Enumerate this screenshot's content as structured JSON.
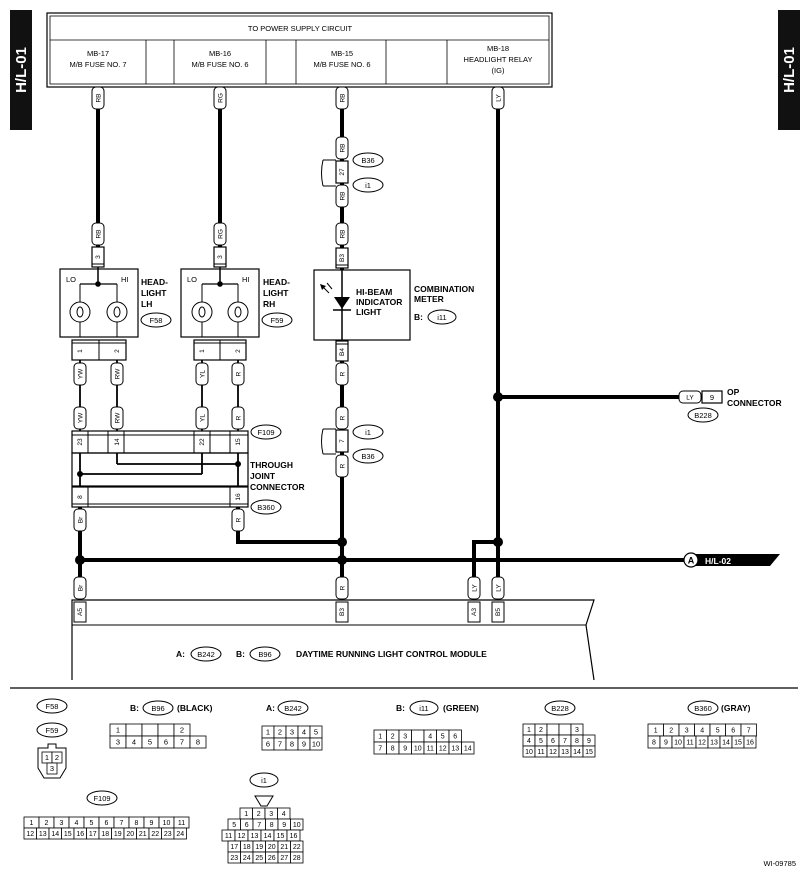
{
  "side_tab": "H/L-01",
  "power": {
    "title": "TO POWER SUPPLY CIRCUIT",
    "c1a": "MB-17",
    "c1b": "M/B FUSE NO. 7",
    "c2a": "MB-16",
    "c2b": "M/B FUSE NO. 6",
    "c3a": "MB-15",
    "c3b": "M/B FUSE NO. 6",
    "c4a": "MB-18",
    "c4b": "HEADLIGHT RELAY",
    "c4c": "(IG)"
  },
  "wires": {
    "rb": "RB",
    "rg": "RG",
    "ly": "LY",
    "yw": "YW",
    "rw": "RW",
    "yl": "YL",
    "r": "R",
    "br": "Br"
  },
  "pins": {
    "p1": "1",
    "p2": "2",
    "p3": "3",
    "p7": "7",
    "p8": "8",
    "p9": "9",
    "p14": "14",
    "p15": "15",
    "p16": "16",
    "p22": "22",
    "p23": "23",
    "p27": "27",
    "b3": "B3",
    "b4": "B4",
    "b5": "B5",
    "a3": "A3",
    "a5": "A5"
  },
  "connectors": {
    "b36": "B36",
    "i1": "i1",
    "f58": "F58",
    "f59": "F59",
    "f109": "F109",
    "b360": "B360",
    "b228": "B228",
    "i11": "i11",
    "b242": "B242",
    "b96": "B96"
  },
  "labels": {
    "lo": "LO",
    "hi": "HI",
    "hl_lh_1": "HEAD-",
    "hl_lh_2": "LIGHT",
    "hl_lh_3": "LH",
    "hl_rh_1": "HEAD-",
    "hl_rh_2": "LIGHT",
    "hl_rh_3": "RH",
    "hibeam_1": "HI-BEAM",
    "hibeam_2": "INDICATOR",
    "hibeam_3": "LIGHT",
    "combo_1": "COMBINATION",
    "combo_2": "METER",
    "combo_b": "B:",
    "tjc_1": "THROUGH",
    "tjc_2": "JOINT",
    "tjc_3": "CONNECTOR",
    "op_1": "OP",
    "op_2": "CONNECTOR",
    "hl02_a": "A",
    "hl02": "H/L-02",
    "module_a": "A:",
    "module_b": "B:",
    "module": "DAYTIME RUNNING LIGHT CONTROL MODULE",
    "black": "(BLACK)",
    "green": "(GREEN)",
    "gray": "(GRAY)",
    "lg_b": "B:",
    "lg_a": "A:",
    "lg_b2": "B:",
    "code": "WI-09785"
  },
  "legend": {
    "b96_r1": [
      "1",
      "",
      "",
      "",
      "2"
    ],
    "b96_r2": [
      "3",
      "4",
      "5",
      "6",
      "7",
      "8"
    ],
    "b242_r1": [
      "1",
      "2",
      "3",
      "4",
      "5"
    ],
    "b242_r2": [
      "6",
      "7",
      "8",
      "9",
      "10"
    ],
    "i11_r1": [
      "1",
      "2",
      "3",
      "",
      "4",
      "5",
      "6"
    ],
    "i11_r2": [
      "7",
      "8",
      "9",
      "10",
      "11",
      "12",
      "13",
      "14"
    ],
    "b228_r1": [
      "1",
      "2",
      "",
      "",
      "3"
    ],
    "b228_r2": [
      "4",
      "5",
      "6",
      "7",
      "8",
      "9"
    ],
    "b228_r3": [
      "10",
      "11",
      "12",
      "13",
      "14",
      "15"
    ],
    "b360_r1": [
      "1",
      "2",
      "3",
      "4",
      "5",
      "6",
      "7"
    ],
    "b360_r2": [
      "8",
      "9",
      "10",
      "11",
      "12",
      "13",
      "14",
      "15",
      "16"
    ],
    "f58_r1": [
      "1",
      "2"
    ],
    "f58_r2": [
      "3"
    ],
    "f109_r1": [
      "1",
      "2",
      "3",
      "4",
      "5",
      "6",
      "7",
      "8",
      "9",
      "10",
      "11"
    ],
    "f109_r2": [
      "12",
      "13",
      "14",
      "15",
      "16",
      "17",
      "18",
      "19",
      "20",
      "21",
      "22",
      "23",
      "24"
    ],
    "i1_r1": [
      "1",
      "2",
      "3",
      "4"
    ],
    "i1_r2": [
      "5",
      "6",
      "7",
      "8",
      "9",
      "10"
    ],
    "i1_r3": [
      "11",
      "12",
      "13",
      "14",
      "15",
      "16"
    ],
    "i1_r4": [
      "17",
      "18",
      "19",
      "20",
      "21",
      "22"
    ],
    "i1_r5": [
      "23",
      "24",
      "25",
      "26",
      "27",
      "28"
    ]
  }
}
